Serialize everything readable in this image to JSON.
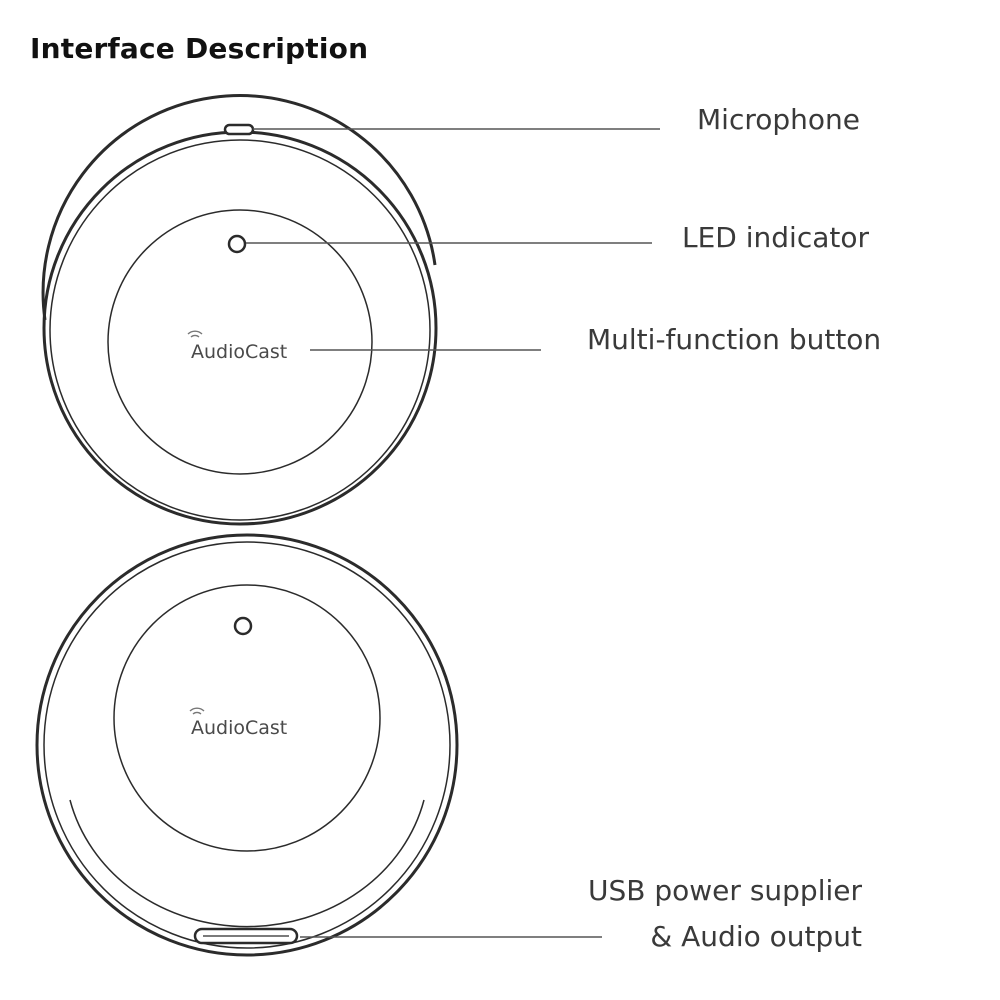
{
  "title": "Interface Description",
  "labels": {
    "microphone": "Microphone",
    "led_indicator": "LED indicator",
    "multi_function_button": "Multi-function button",
    "usb_line1": "USB power supplier",
    "usb_line2": "& Audio output"
  },
  "device_top": {
    "brand": "AudioCast"
  },
  "device_bottom": {
    "brand": "AudioCast"
  },
  "colors": {
    "outline": "#2b2b2b",
    "text": "#3a3a3a"
  }
}
